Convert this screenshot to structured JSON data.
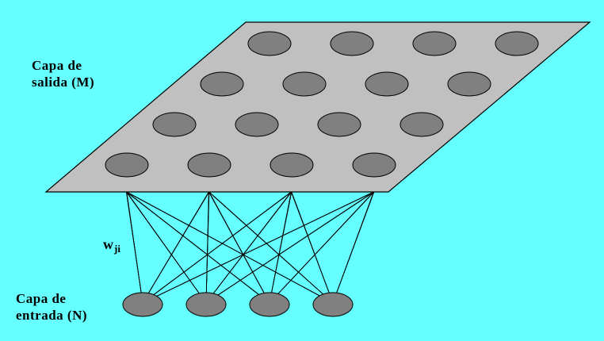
{
  "output_layer": {
    "line1": "Capa de",
    "line2": "salida (M)",
    "rows": 4,
    "cols": 4,
    "plane_color": "#c0c0c0",
    "neuron_color": "#808080"
  },
  "input_layer": {
    "line1": "Capa de",
    "line2": "entrada (N)",
    "count": 4,
    "neuron_color": "#808080"
  },
  "weights": {
    "symbol": "w",
    "subscript": "ji"
  },
  "background_color": "#66ffff"
}
